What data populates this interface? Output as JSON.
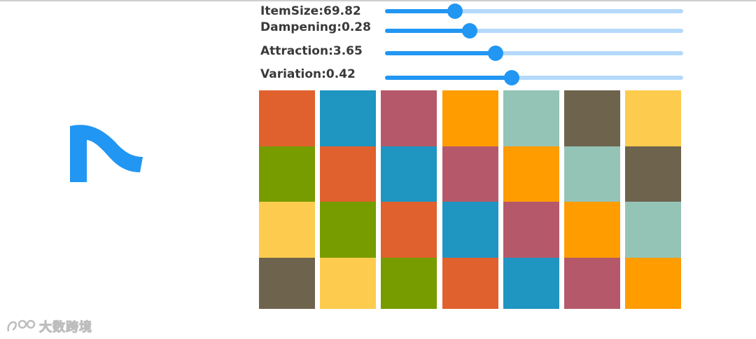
{
  "controls": [
    {
      "label": "ItemSize:69.82",
      "value": 0.235
    },
    {
      "label": "Dampening:0.28",
      "value": 0.285
    },
    {
      "label": "Attraction:3.65",
      "value": 0.37
    },
    {
      "label": "Variation:0.42",
      "value": 0.425
    }
  ],
  "accent_color": "#2196f3",
  "palette": {
    "orange_red": "#e0612e",
    "blue": "#1f95c2",
    "rose": "#b5596a",
    "orange": "#ff9c00",
    "sage": "#94c4b6",
    "brown": "#6e634d",
    "yellow": "#fdcc4e",
    "green": "#779c00"
  },
  "grid": {
    "rows": [
      [
        "#e0612e",
        "#1f95c2",
        "#b5596a",
        "#ff9c00",
        "#94c4b6",
        "#6e634d",
        "#fdcc4e"
      ],
      [
        "#779c00",
        "#e0612e",
        "#1f95c2",
        "#b5596a",
        "#ff9c00",
        "#94c4b6",
        "#6e634d"
      ],
      [
        "#fdcc4e",
        "#779c00",
        "#e0612e",
        "#1f95c2",
        "#b5596a",
        "#ff9c00",
        "#94c4b6"
      ],
      [
        "#6e634d",
        "#fdcc4e",
        "#779c00",
        "#e0612e",
        "#1f95c2",
        "#b5596a",
        "#ff9c00"
      ]
    ]
  },
  "watermark": {
    "text": "大数跨境",
    "icon": "watermark-logo-icon"
  },
  "logo": {
    "icon": "wave-logo-icon"
  }
}
